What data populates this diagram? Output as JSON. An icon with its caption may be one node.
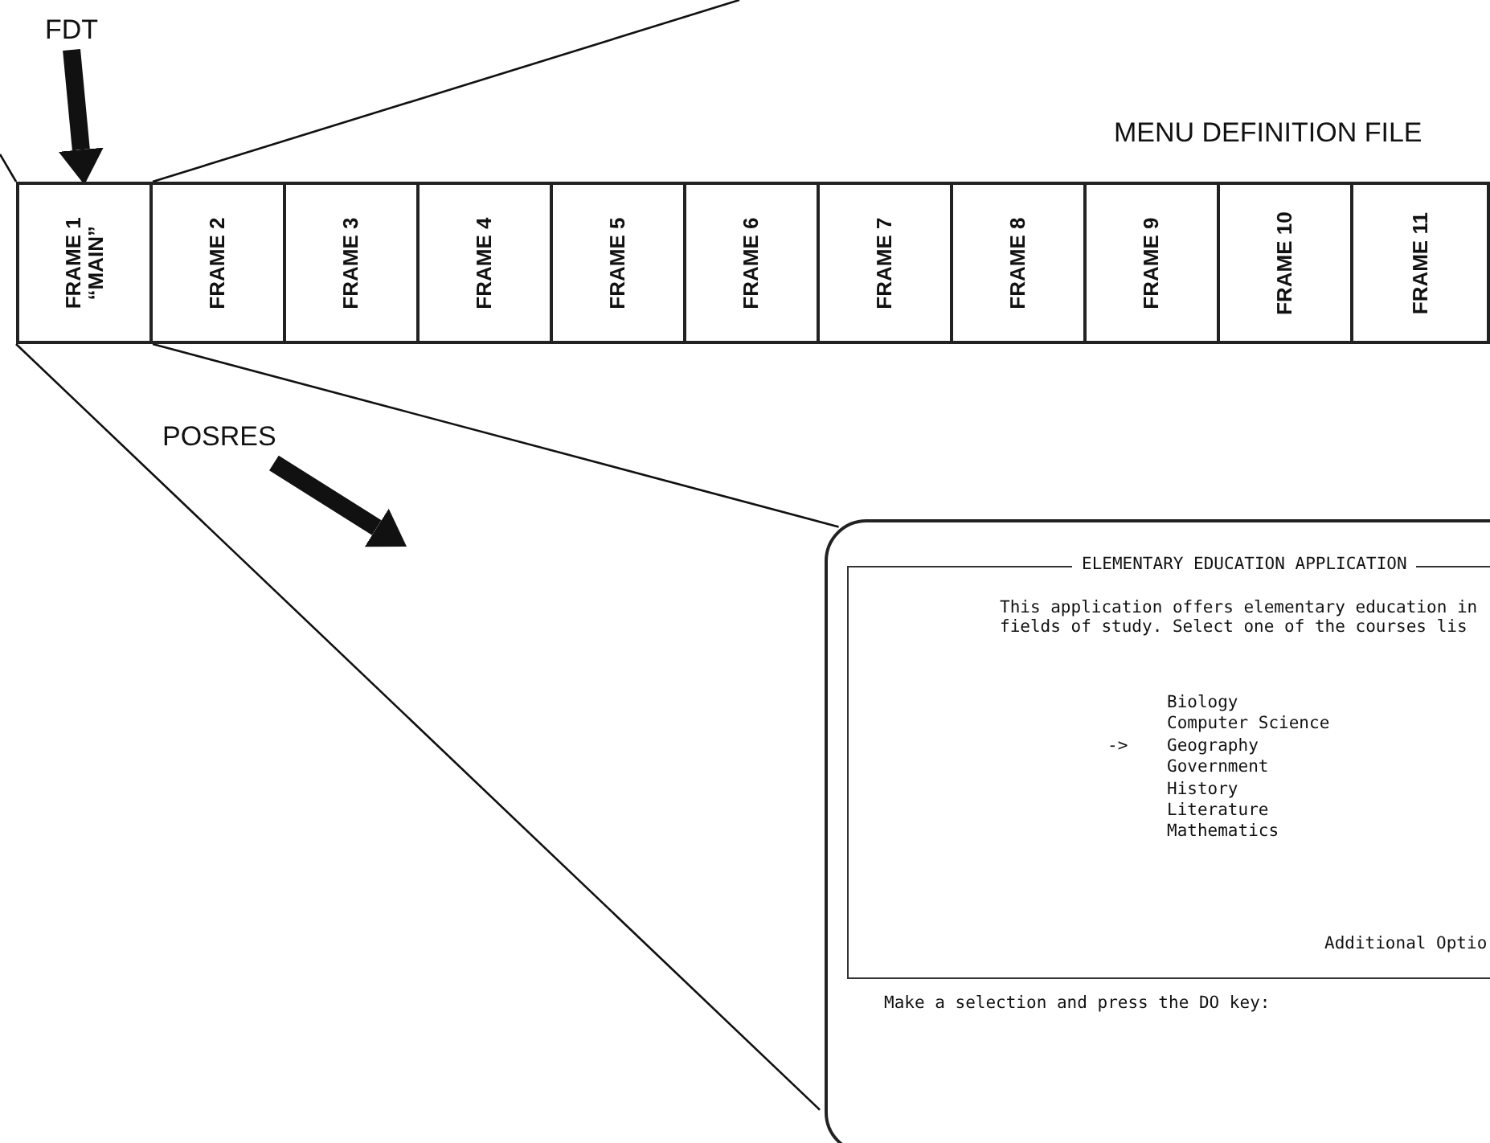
{
  "diagram": {
    "nodes": [
      {
        "text": [
          "FDT"
        ]
      },
      {
        "text": [
          "FRAME 1",
          "“MAIN”"
        ]
      },
      {
        "text": [
          "FRAME 2"
        ]
      },
      {
        "text": [
          "FRAME 3"
        ]
      },
      {
        "text": [
          "FRAME 4"
        ]
      },
      {
        "text": [
          "FRAME 5"
        ]
      },
      {
        "text": [
          "FRAME 6"
        ]
      },
      {
        "text": [
          "FRAME 7"
        ]
      },
      {
        "text": [
          "FRAME 8"
        ]
      },
      {
        "text": [
          "FRAME 9"
        ]
      },
      {
        "text": [
          "FRAME 10"
        ]
      },
      {
        "text": [
          "FRAME 11"
        ]
      },
      {
        "text": [
          "POSRES"
        ]
      },
      {
        "text": [
          "ELEMENTARY EDUCATION APPLICATION",
          "This application offers elementary education in fields of study.  Select one of the courses lis",
          "Biology",
          "Computer Science",
          "->",
          "Geography",
          "Government",
          "History",
          "Literature",
          "Mathematics",
          "Additional Optio",
          "Make a selection and press the DO key:"
        ]
      }
    ],
    "edges": [
      {
        "from": 0,
        "to": 1,
        "arrow": "to",
        "style": "thick"
      },
      {
        "from": 12,
        "to": null,
        "arrow": "to",
        "style": "thick"
      },
      {
        "from": 1,
        "to": null,
        "arrow": "none"
      },
      {
        "from": 1,
        "to": null,
        "arrow": "none"
      },
      {
        "from": 1,
        "to": 13,
        "arrow": "none"
      },
      {
        "from": 1,
        "to": 13,
        "arrow": "none"
      }
    ],
    "labels": [
      "MENU DEFINITION FILE"
    ]
  }
}
